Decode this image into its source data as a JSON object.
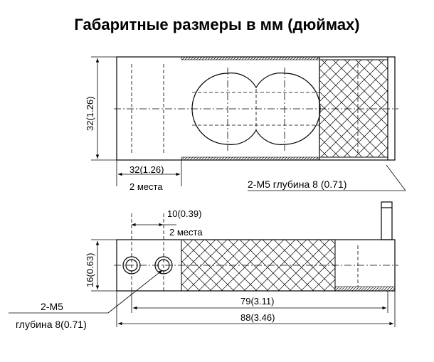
{
  "title": "Габаритные размеры в мм (дюймах)",
  "labels": {
    "top_height": "32(1.26)",
    "top_width": "32(1.26)",
    "top_places": "2 места",
    "top_thread": "2-M5 глубина 8 (0.71)",
    "side_spacing": "10(0.39)",
    "side_places": "2 места",
    "side_height": "16(0.63)",
    "side_len_79": "79(3.11)",
    "side_len_88": "88(3.46)",
    "side_thread_a": "2-M5",
    "side_thread_b": "глубина 8(0.71)"
  },
  "colors": {
    "line": "#000000",
    "background": "#ffffff"
  }
}
